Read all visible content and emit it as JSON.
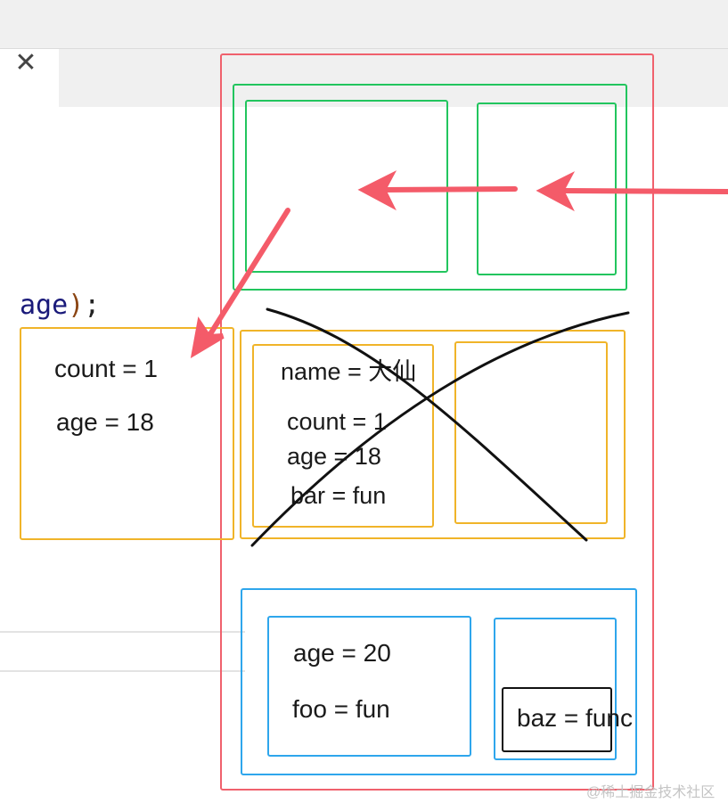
{
  "ui": {
    "close_glyph": "✕",
    "code_fragment": {
      "ident": "age",
      "paren": ")",
      "semi": ";"
    }
  },
  "left_box": {
    "count": "count = 1",
    "age": "age = 18"
  },
  "middle_row": {
    "name": "name = 大仙",
    "count": "count = 1",
    "age": "age = 18",
    "bar": "bar = fun"
  },
  "bottom_row": {
    "age": "age = 20",
    "foo": "foo = fun",
    "baz": "baz = func"
  },
  "watermark": "@稀土掘金技术社区",
  "colors": {
    "outer": "#f0616d",
    "green": "#22c55e",
    "orange": "#f0b429",
    "blue": "#2ea6ec",
    "arrow": "#f45b69",
    "black": "#111111"
  }
}
